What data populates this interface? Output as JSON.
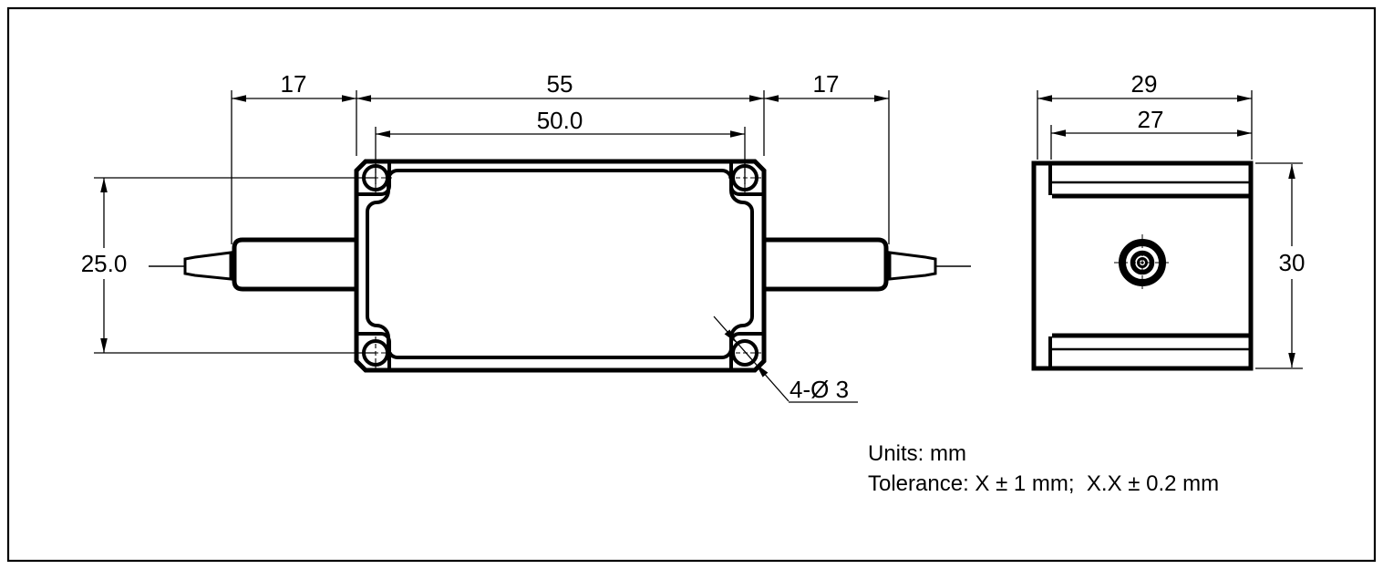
{
  "colors": {
    "line": "#000000",
    "background": "#ffffff"
  },
  "front_view": {
    "dim_pigtail_left": "17",
    "dim_body_width": "55",
    "dim_hole_spacing_h": "50.0",
    "dim_pigtail_right": "17",
    "dim_hole_spacing_v": "25.0",
    "hole_callout": "4-Ø 3"
  },
  "side_view": {
    "dim_overall_width": "29",
    "dim_lid_width": "27",
    "dim_height": "30"
  },
  "notes": {
    "units": "Units: mm",
    "tolerance": "Tolerance: X ± 1 mm;  X.X ± 0.2 mm"
  }
}
